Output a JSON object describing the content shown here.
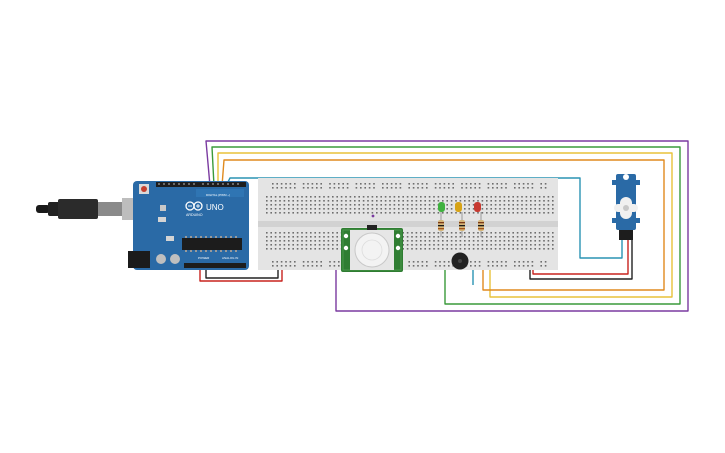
{
  "arduino": {
    "brand": "ARDUINO",
    "model": "UNO",
    "board_color": "#2a6aa6",
    "header_labels": {
      "digital": "DIGITAL (PWM ~)",
      "power": "POWER",
      "analog": "ANALOG IN"
    }
  },
  "breadboard": {
    "color": "#e4e4e4"
  },
  "leds": [
    {
      "name": "green",
      "color": "#3fb13f"
    },
    {
      "name": "yellow",
      "color": "#d7a316"
    },
    {
      "name": "red",
      "color": "#c73a31"
    }
  ],
  "pir_sensor": {
    "board_color": "#2f7d32"
  },
  "buzzer": {
    "color": "#222222"
  },
  "servo": {
    "color": "#2a6aa6"
  },
  "wire_colors": {
    "purple": "#7a3aa0",
    "green": "#3a9a3a",
    "yellow": "#e8c23a",
    "orange": "#e08a1e",
    "teal": "#2a93b3",
    "red": "#c8231e",
    "black": "#222222"
  }
}
